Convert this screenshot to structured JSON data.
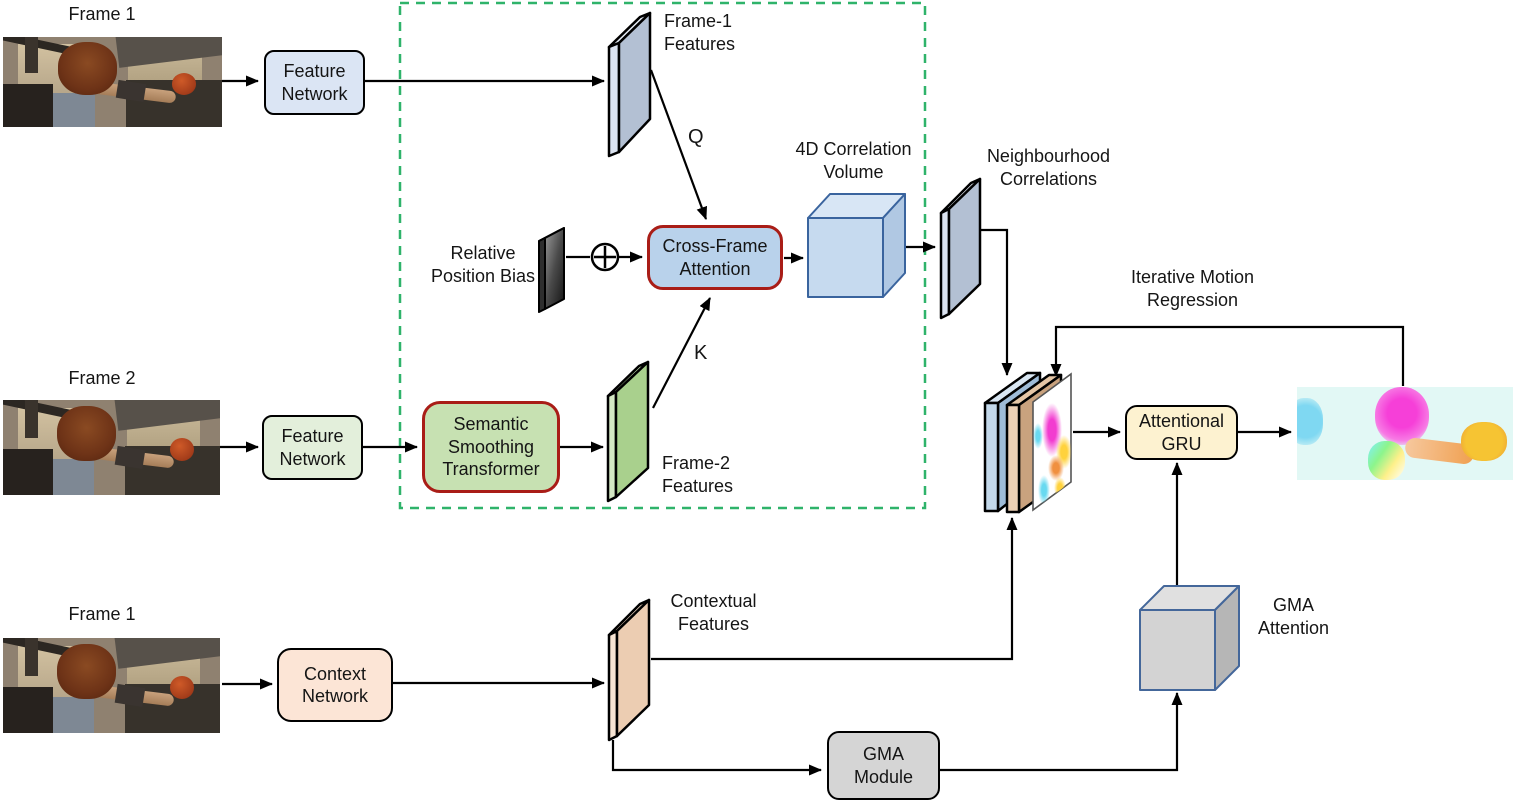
{
  "labels": {
    "frame1_top": "Frame 1",
    "frame2": "Frame 2",
    "frame1_bottom": "Frame 1",
    "frame1_features": "Frame-1\nFeatures",
    "frame2_features": "Frame-2\nFeatures",
    "relative_position_bias": "Relative\nPosition Bias",
    "q": "Q",
    "k": "K",
    "corr_volume": "4D Correlation\nVolume",
    "neighbourhood": "Neighbourhood\nCorrelations",
    "iterative_regression": "Iterative Motion\nRegression",
    "contextual_features": "Contextual\nFeatures",
    "gma_attention": "GMA\nAttention"
  },
  "boxes": {
    "feature_network_top": "Feature\nNetwork",
    "feature_network_bottom": "Feature\nNetwork",
    "semantic_smoothing_transformer": "Semantic\nSmoothing\nTransformer",
    "cross_frame_attention": "Cross-Frame\nAttention",
    "context_network": "Context\nNetwork",
    "gma_module": "GMA\nModule",
    "attentional_gru": "Attentional\nGRU"
  },
  "icons": {
    "add_operator": "⊕"
  },
  "colors": {
    "red_border": "#a91d17",
    "dashed_green": "#2fb36a",
    "feature_net_blue_fill": "#dbe5f4",
    "feature_net_green_fill": "#e3efdb",
    "sst_green_fill": "#c7e1b2",
    "cfa_blue_fill": "#b9d2eb",
    "context_peach_fill": "#fce5d6",
    "gma_gray_fill": "#d5d5d5",
    "gru_cream_fill": "#fdf2d0",
    "corr_cube_blue": "#c6daef",
    "gma_cube_gray": "#d3d3d3",
    "flow_magenta": "#f63fd8",
    "flow_yellow": "#f6c433"
  }
}
